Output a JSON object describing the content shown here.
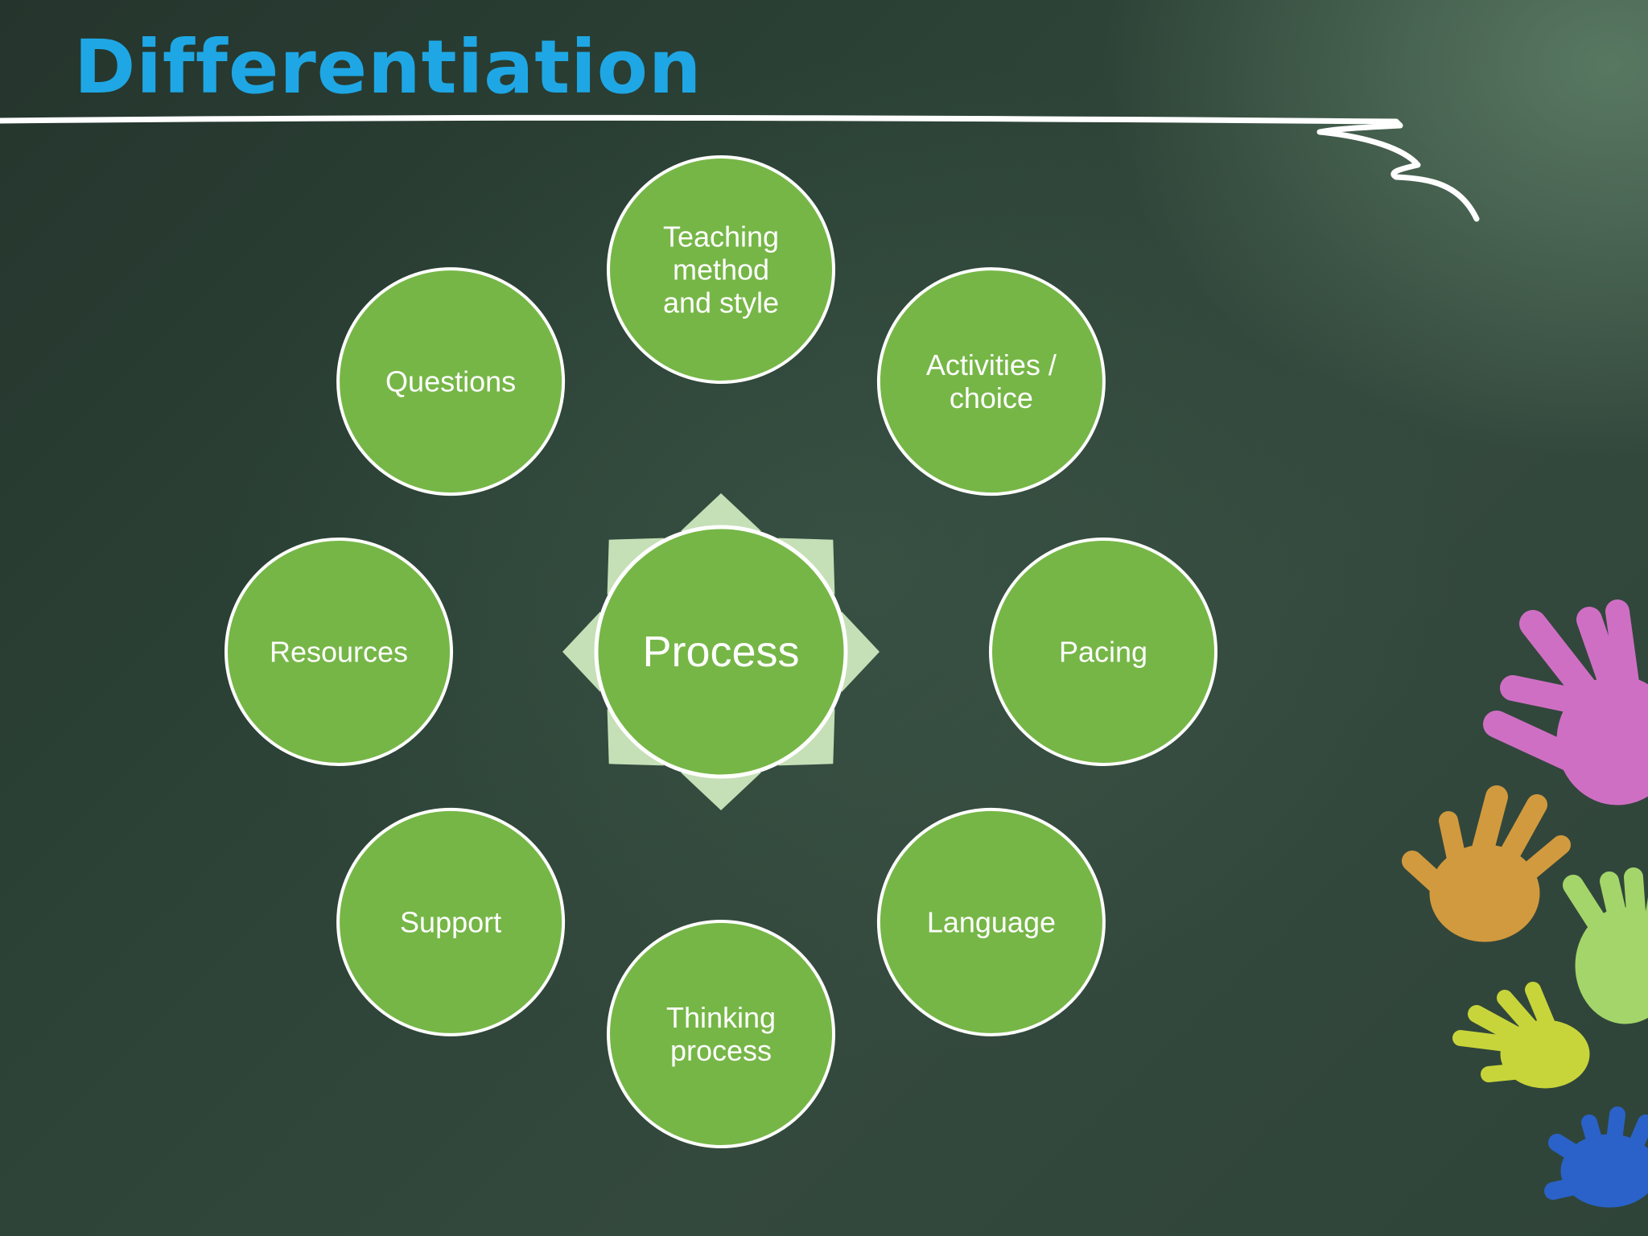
{
  "title": "Differentiation",
  "center": {
    "label": "Process"
  },
  "nodes": [
    {
      "name": "teaching-method",
      "lines": [
        "Teaching",
        "method",
        "and style"
      ]
    },
    {
      "name": "activities-choice",
      "lines": [
        "Activities /",
        "choice"
      ]
    },
    {
      "name": "pacing",
      "lines": [
        "Pacing"
      ]
    },
    {
      "name": "language",
      "lines": [
        "Language"
      ]
    },
    {
      "name": "thinking-process",
      "lines": [
        "Thinking",
        "process"
      ]
    },
    {
      "name": "support",
      "lines": [
        "Support"
      ]
    },
    {
      "name": "resources",
      "lines": [
        "Resources"
      ]
    },
    {
      "name": "questions",
      "lines": [
        "Questions"
      ]
    }
  ],
  "colors": {
    "title": "#1ea7e4",
    "node_fill": "#76b647",
    "node_stroke": "#ffffff",
    "arrow": "#c5dfb7",
    "underline": "#ffffff"
  },
  "decor": {
    "hands": [
      "pink-hand-icon",
      "orange-hand-icon",
      "green-hand-icon",
      "yellow-hand-icon",
      "blue-hand-icon"
    ]
  }
}
